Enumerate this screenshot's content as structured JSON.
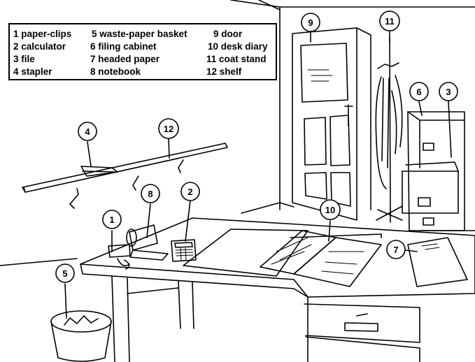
{
  "legend": {
    "items": [
      {
        "num": "1",
        "label": "paper-clips",
        "text": "1 paper-clips"
      },
      {
        "num": "2",
        "label": "calculator",
        "text": "2 calculator"
      },
      {
        "num": "3",
        "label": "file",
        "text": "3 file"
      },
      {
        "num": "4",
        "label": "stapler",
        "text": "4 stapler"
      },
      {
        "num": "5",
        "label": "waste-paper basket",
        "text": "5 waste-paper basket"
      },
      {
        "num": "6",
        "label": "filing cabinet",
        "text": "6 filing cabinet"
      },
      {
        "num": "7",
        "label": "headed paper",
        "text": "7 headed paper"
      },
      {
        "num": "8",
        "label": "notebook",
        "text": "8 notebook"
      },
      {
        "num": "9",
        "label": "door",
        "text": "9 door"
      },
      {
        "num": "10",
        "label": "desk diary",
        "text": "10 desk diary"
      },
      {
        "num": "11",
        "label": "coat stand",
        "text": "11 coat stand"
      },
      {
        "num": "12",
        "label": "shelf",
        "text": "12 shelf"
      }
    ]
  },
  "callouts": [
    "1",
    "2",
    "3",
    "4",
    "5",
    "6",
    "7",
    "8",
    "9",
    "10",
    "11",
    "12"
  ],
  "colors": {
    "ink": "#000000",
    "paper": "#ffffff"
  }
}
